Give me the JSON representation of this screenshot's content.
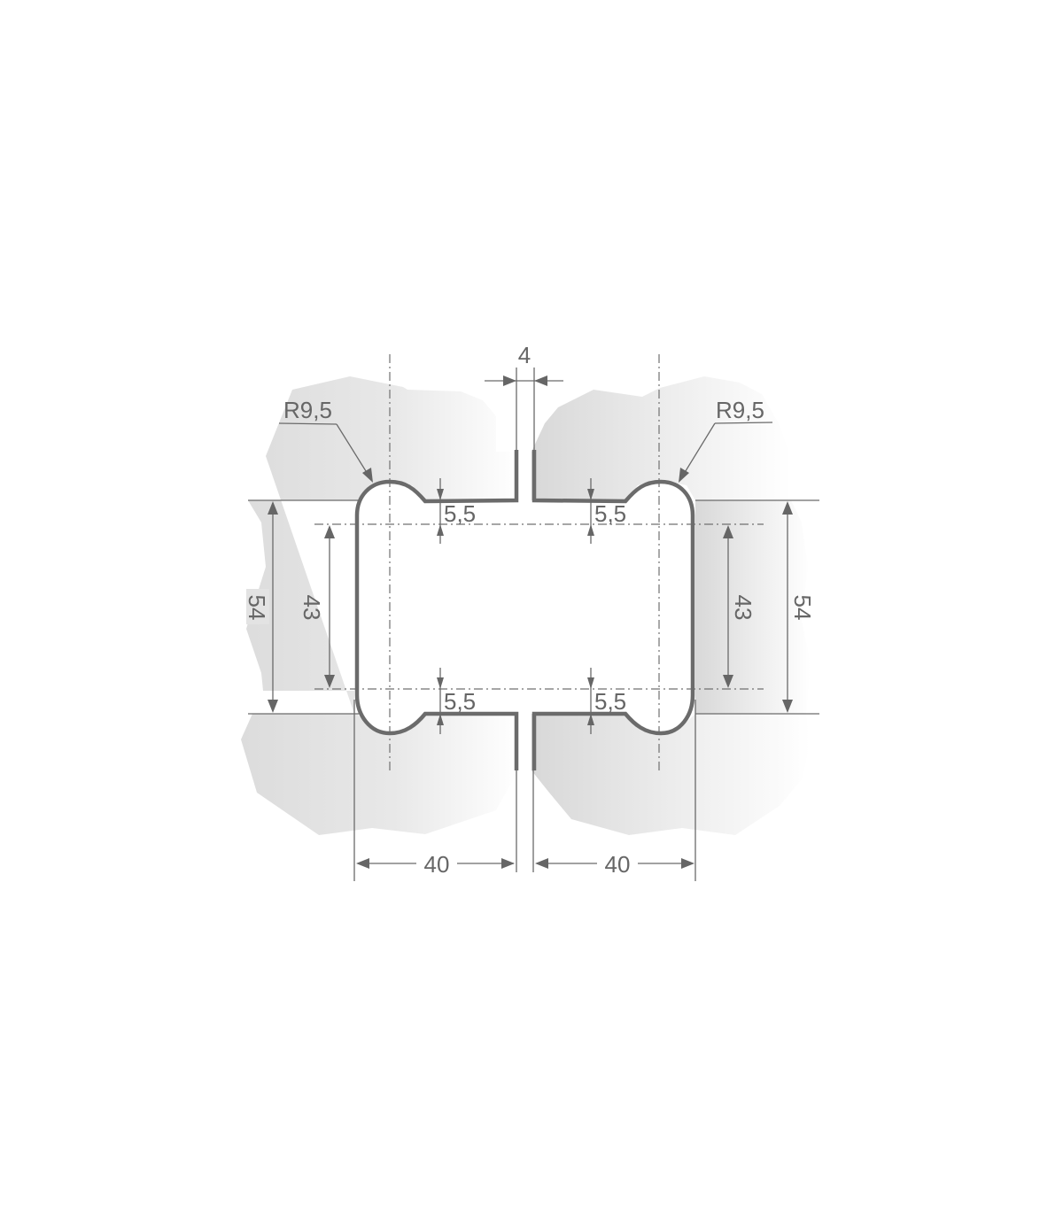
{
  "drawing": {
    "title": "Hinge profile cross-section with dimensions",
    "units": "mm",
    "colors": {
      "line": "#6b6b6b",
      "text": "#666666",
      "wall_fill_dark": "#d9d9d9",
      "wall_fill_light": "#ffffff",
      "background": "#ffffff"
    },
    "labels": {
      "gap": "4",
      "radius_left": "R9,5",
      "radius_right": "R9,5",
      "offset_top_left": "5,5",
      "offset_top_right": "5,5",
      "offset_bottom_left": "5,5",
      "offset_bottom_right": "5,5",
      "height_outer_left": "54",
      "height_inner_left": "43",
      "height_inner_right": "43",
      "height_outer_right": "54",
      "width_left": "40",
      "width_right": "40"
    }
  }
}
